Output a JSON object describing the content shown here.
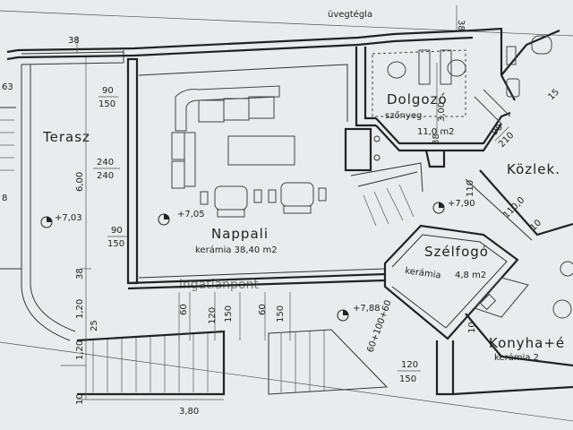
{
  "rooms": {
    "terrace": {
      "name": "Terasz"
    },
    "living": {
      "name": "Nappali",
      "detail": "kerámia 38,40 m2"
    },
    "study": {
      "name": "Dolgozó",
      "detail": "szőnyeg",
      "area": "11,0 m2"
    },
    "hall": {
      "name": "Közlek."
    },
    "entry": {
      "name": "Szélfogó",
      "detail": "kerámia",
      "area": "4,8 m2"
    },
    "kitchen": {
      "name": "Konyha+é",
      "detail": "kerámia 2"
    }
  },
  "labels": {
    "glass_wall": "üvegtégla"
  },
  "levels": [
    "+7,03",
    "+7,05",
    "+7,90",
    "+7,88"
  ],
  "openings": {
    "o1": {
      "w": "90",
      "h": "150"
    },
    "o2": {
      "w": "240",
      "h": "240"
    },
    "o3": {
      "w": "90",
      "h": "150"
    },
    "o4": {
      "w": "90",
      "h": "210"
    },
    "o5": {
      "w": "120",
      "h": "150"
    }
  },
  "dimensions": {
    "top_wall": "38",
    "top_right": "38",
    "terrace_depth": "6,00",
    "left_a": "63",
    "left_b": "8",
    "left_c": "38",
    "left_d": "1,20",
    "left_e": "25",
    "left_f": "1,20",
    "left_g": "10",
    "bottom": "3,80",
    "study_h": "3,00",
    "study_wall": "38",
    "hall_a": "110",
    "hall_b": "110,0",
    "hall_c": "15",
    "door_a": "60",
    "door_b": "120",
    "door_c": "150",
    "door_d": "60",
    "door_e": "150",
    "stair": "60+100+60",
    "side_a": "10",
    "side_b": "10"
  },
  "watermark": "ingatlanpont"
}
